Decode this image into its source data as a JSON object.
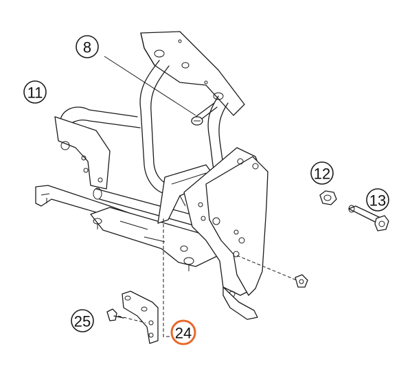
{
  "callouts": [
    {
      "id": "8",
      "label": "8",
      "highlighted": false
    },
    {
      "id": "11",
      "label": "11",
      "highlighted": false
    },
    {
      "id": "12",
      "label": "12",
      "highlighted": false
    },
    {
      "id": "13",
      "label": "13",
      "highlighted": false
    },
    {
      "id": "24",
      "label": "24",
      "highlighted": true
    },
    {
      "id": "25",
      "label": "25",
      "highlighted": false
    }
  ],
  "colors": {
    "line": "#1a1a1a",
    "highlight": "#e8672a",
    "background": "#ffffff"
  }
}
